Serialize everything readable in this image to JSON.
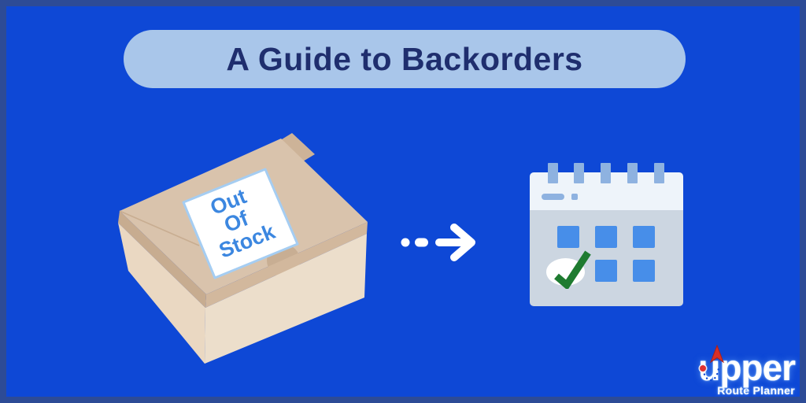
{
  "title": {
    "text": "A Guide to Backorders"
  },
  "illustration": {
    "box_label_lines": [
      "Out",
      "Of",
      "Stock"
    ],
    "arrow_meaning": "out-of-stock-box leads to scheduled-date",
    "calendar": {
      "rows": 2,
      "cols": 3,
      "checked_cell": "row-2-col-1"
    }
  },
  "logo": {
    "brand": "upper",
    "tagline": "Route Planner"
  },
  "colors": {
    "background": "#0e48d6",
    "frame_border": "#2d4b96",
    "title_pill_bg": "#a9c6ea",
    "title_text": "#1f2e6e",
    "box_top": "#d9c3ac",
    "box_front_left": "#ead8c2",
    "box_front_right": "#ecdecb",
    "box_lip": "#c7ac90",
    "label_bg": "#ffffff",
    "label_border": "#a5cdf2",
    "label_text_blue": "#3c87e0",
    "calendar_header": "#eef4fa",
    "calendar_body": "#ccd6e1",
    "calendar_accent": "#8eb2e0",
    "day_square_blue": "#478ee9",
    "check_green": "#1e7b30",
    "arrow_white": "#ffffff",
    "logo_red": "#d92f27"
  }
}
